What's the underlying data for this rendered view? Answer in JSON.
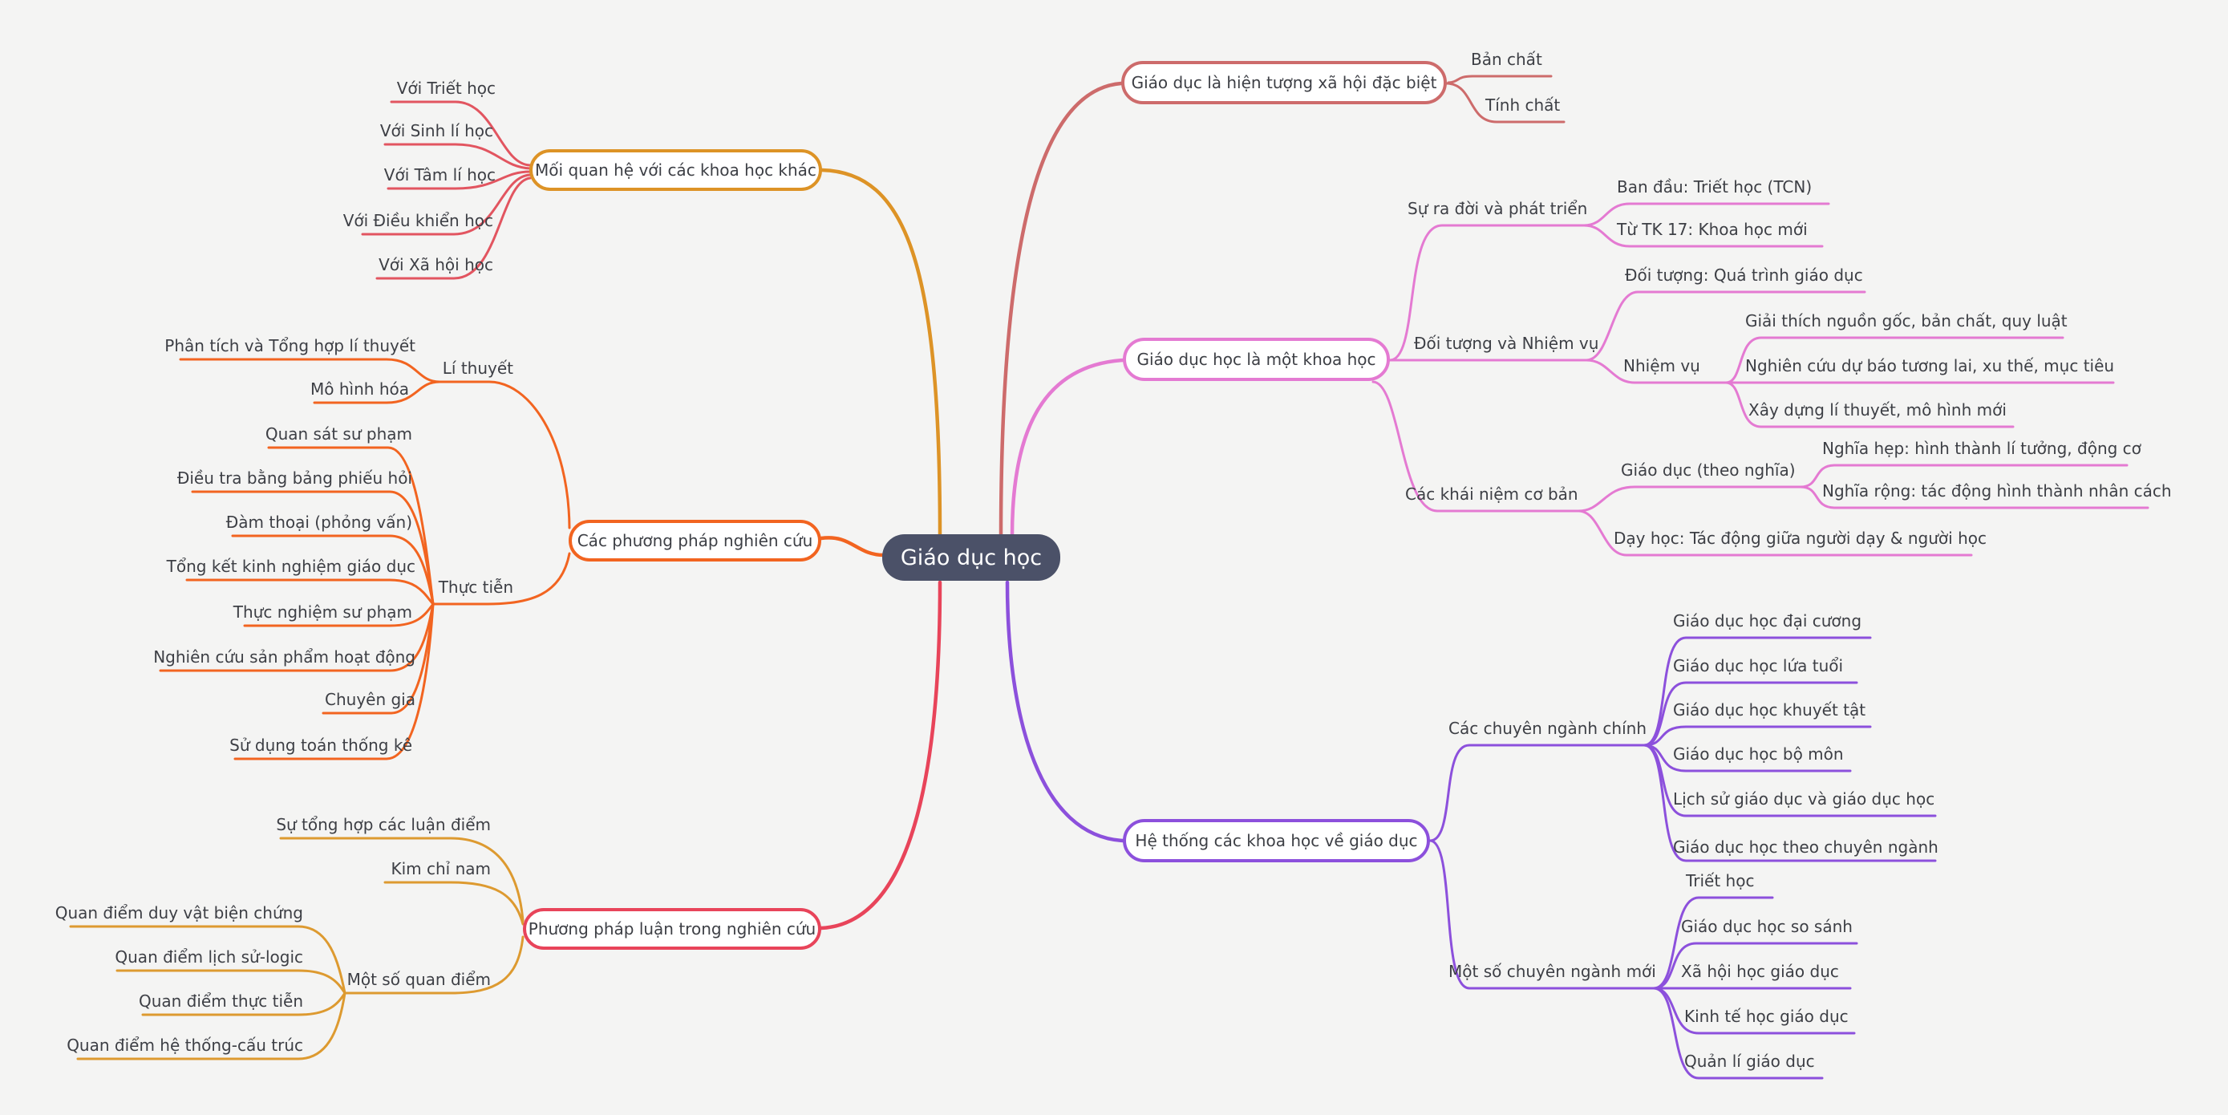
{
  "bg": "#f4f4f3",
  "root": {
    "label": "Giáo dục học",
    "bg": "#4b5168",
    "fg": "#ffffff"
  },
  "branch_hien_tuong": {
    "label": "Giáo dục là hiện tượng xã hội đặc biệt",
    "color": "#cd6b6b",
    "ban_chat": "Bản chất",
    "tinh_chat": "Tính chất"
  },
  "branch_khoa_hoc": {
    "label": "Giáo dục học là một khoa học",
    "color": "#e47ad2",
    "su_ra_doi": {
      "label": "Sự ra đời và phát triển",
      "ban_dau": "Ban đầu: Triết học (TCN)",
      "tk17": "Từ TK 17: Khoa học mới"
    },
    "doi_tuong_nhiem_vu": {
      "label": "Đối tượng và Nhiệm vụ",
      "doi_tuong": "Đối tượng: Quá trình giáo dục",
      "nhiem_vu": {
        "label": "Nhiệm vụ",
        "giai_thich": "Giải thích nguồn gốc, bản chất, quy luật",
        "du_bao": "Nghiên cứu dự báo tương lai, xu thế, mục tiêu",
        "xay_dung": "Xây dựng lí thuyết, mô hình mới"
      }
    },
    "khai_niem": {
      "label": "Các khái niệm cơ bản",
      "giao_duc": {
        "label": "Giáo dục (theo nghĩa)",
        "nghia_hep": "Nghĩa hẹp: hình thành lí tưởng, động cơ",
        "nghia_rong": "Nghĩa rộng: tác động hình thành nhân cách"
      },
      "day_hoc": "Dạy học: Tác động giữa người dạy & người học"
    }
  },
  "branch_he_thong": {
    "label": "Hệ thống các khoa học về giáo dục",
    "color": "#8c50dc",
    "chuyen_nganh_chinh": {
      "label": "Các chuyên ngành chính",
      "items": [
        "Giáo dục học đại cương",
        "Giáo dục học lứa tuổi",
        "Giáo dục học khuyết tật",
        "Giáo dục học bộ môn",
        "Lịch sử giáo dục và giáo dục học",
        "Giáo dục học theo chuyên ngành"
      ]
    },
    "chuyen_nganh_moi": {
      "label": "Một số chuyên ngành mới",
      "items": [
        "Triết học",
        "Giáo dục học so sánh",
        "Xã hội học giáo dục",
        "Kinh tế học giáo dục",
        "Quản lí giáo dục"
      ]
    }
  },
  "branch_moi_quan_he": {
    "label": "Mối quan hệ với các khoa học khác",
    "node_color": "#dd9326",
    "child_color": "#e25560",
    "items": [
      "Với Triết học",
      "Với Sinh lí học",
      "Với Tâm lí học",
      "Với Điều khiển học",
      "Với Xã hội học"
    ]
  },
  "branch_phuong_phap": {
    "label": "Các phương pháp nghiên cứu",
    "color": "#f26420",
    "li_thuyet": {
      "label": "Lí thuyết",
      "items": [
        "Phân tích và Tổng hợp lí thuyết",
        "Mô hình hóa"
      ]
    },
    "thuc_tien": {
      "label": "Thực tiễn",
      "items": [
        "Quan sát sư phạm",
        "Điều tra bằng bảng phiếu hỏi",
        "Đàm thoại (phỏng vấn)",
        "Tổng kết kinh nghiệm giáo dục",
        "Thực nghiệm sư phạm",
        "Nghiên cứu sản phẩm hoạt động",
        "Chuyên gia",
        "Sử dụng toán thống kê"
      ]
    }
  },
  "branch_phuong_phap_luan": {
    "label": "Phương pháp luận trong nghiên cứu",
    "node_color": "#e8445a",
    "child_color": "#dd9a30",
    "su_tong_hop": "Sự tổng hợp các luận điểm",
    "kim_chi_nam": "Kim chỉ nam",
    "quan_diem": {
      "label": "Một số quan điểm",
      "items": [
        "Quan điểm duy vật biện chứng",
        "Quan điểm lịch sử-logic",
        "Quan điểm thực tiễn",
        "Quan điểm hệ thống-cấu trúc"
      ]
    }
  }
}
